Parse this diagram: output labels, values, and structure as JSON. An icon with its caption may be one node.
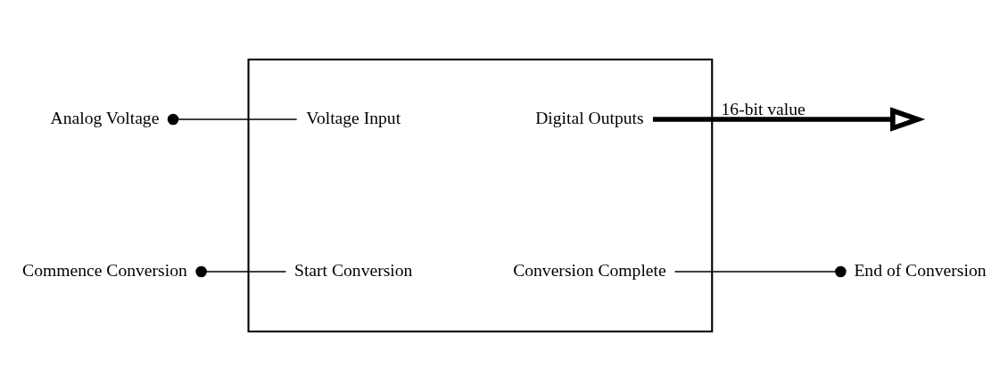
{
  "diagram": {
    "nodes": [
      {
        "text": [],
        "shape": "box"
      },
      {
        "text": [
          "Voltage Input"
        ],
        "in": 0
      },
      {
        "text": [
          "Digital Outputs"
        ],
        "in": 0
      },
      {
        "text": [
          "Start Conversion"
        ],
        "in": 0
      },
      {
        "text": [
          "Conversion Complete"
        ],
        "in": 0
      },
      {
        "text": [
          "Analog Voltage"
        ]
      },
      {
        "text": [
          "Commence Conversion"
        ]
      },
      {
        "text": [
          "End of Conversion"
        ]
      }
    ],
    "edges": [
      {
        "from": 5,
        "to": 1,
        "arrow": "other"
      },
      {
        "from": 6,
        "to": 3,
        "arrow": "other"
      },
      {
        "from": 7,
        "to": 4,
        "arrow": "other"
      },
      {
        "from": 2,
        "to": null,
        "arrow": "to",
        "label": "16-bit value",
        "style": "thick"
      }
    ]
  }
}
